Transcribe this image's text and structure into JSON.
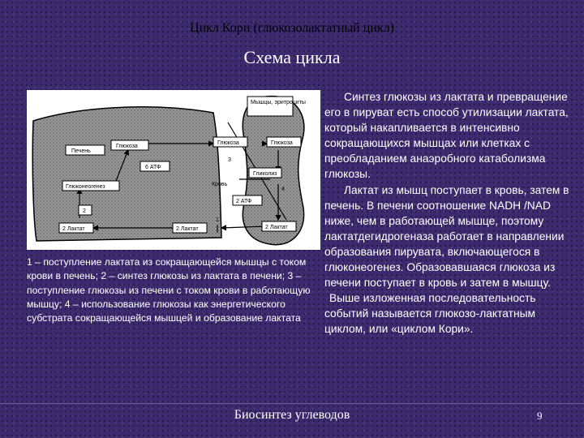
{
  "header": {
    "title": "Цикл Кори (глюкозолактатный цикл)",
    "subtitle": "Схема цикла"
  },
  "diagram": {
    "liver": "Печень",
    "glucose_liver": "Глюкоза",
    "atp6": "6 АТФ",
    "gluconeogenesis": "Глюконеогенез",
    "label2": "2",
    "lactate_liver": "2 Лактат",
    "muscle": "Мышцы, эритроциты",
    "glucose_blood": "Глюкоза",
    "glucose_muscle": "Глюкоза",
    "label3": "3",
    "glycolysis": "Гликолиз",
    "blood": "Кровь",
    "label4": "4",
    "atp2": "2 АТФ",
    "label1": "1",
    "lactate_blood": "2 Лактат",
    "lactate_muscle": "2 Лактат"
  },
  "caption": "1 – поступление лактата из сокращающейся мышцы с током крови в печень; 2 – синтез глюкозы из лактата в печени; 3 – поступление глюкозы из печени с током крови в работающую мышцу; 4 – использование глюкозы как энергетического субстрата сокращающейся мышцей и образование лактата",
  "description": {
    "p1": "Синтез глюкозы из лактата и превращение его в пируват есть способ утилизации лактата, который накапливается в интенсивно сокращающихся мышцах или клетках с преобладанием анаэробного катаболизма глюкозы.",
    "p2": "Лактат из мышц поступает в кровь, затем в печень. В печени соотношение NADH /NAD ниже, чем в работающей мышце, поэтому лактатдегидрогеназа работает в направлении образования пирувата, включающегося в глюконеогенез. Образовавшаяся глюкоза из печени поступает в кровь и затем в мышцу.",
    "p3": "Выше изложенная последовательность событий называется глюкозо-лактатным циклом, или «циклом Кори»."
  },
  "footer": {
    "text": "Биосинтез углеводов",
    "page": "9"
  }
}
